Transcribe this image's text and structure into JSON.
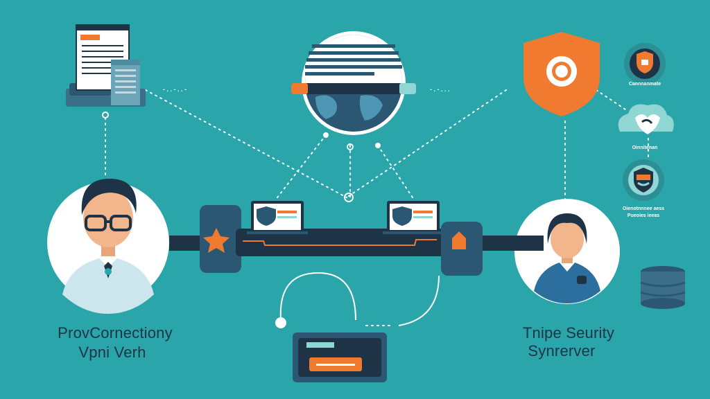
{
  "labels": {
    "client_line1": "ProvCornectiony",
    "client_line2": "Vpni Verh",
    "server_line1": "Tnipe Seurity",
    "server_line2": "Synrerver",
    "monitor_icon": "Cannnanmate",
    "firmware": "Oinnitenan",
    "protection_line1": "Oienotnnnee aess",
    "protection_line2": "Pueoies ieeas",
    "flow_left": "- . . - . . -",
    "flow_right": "- . - . . ."
  },
  "icons": {
    "document": "document-icon",
    "server_building": "building-icon",
    "globe": "globe-icon",
    "shield": "shield-icon",
    "cloud": "cloud-icon",
    "database": "database-icon",
    "user": "user-avatar-icon",
    "support": "support-avatar-icon",
    "star": "star-icon",
    "lock": "lock-icon"
  },
  "colors": {
    "background": "#2aa5a9",
    "navy": "#1f3347",
    "orange": "#f07a2f",
    "white": "#ffffff",
    "light_teal": "#8fd6d4"
  }
}
